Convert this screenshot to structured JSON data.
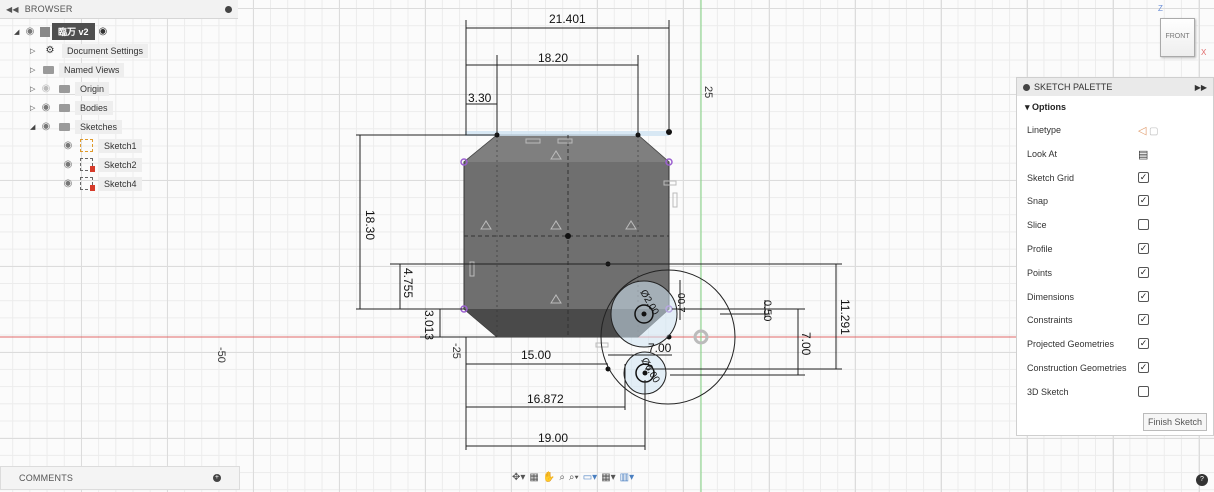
{
  "browser": {
    "title": "BROWSER",
    "component": "臨万 v2",
    "items": [
      {
        "label": "Document Settings"
      },
      {
        "label": "Named Views"
      },
      {
        "label": "Origin"
      },
      {
        "label": "Bodies"
      },
      {
        "label": "Sketches"
      }
    ],
    "sketches": [
      {
        "label": "Sketch1"
      },
      {
        "label": "Sketch2"
      },
      {
        "label": "Sketch4"
      }
    ]
  },
  "comments": {
    "title": "COMMENTS"
  },
  "viewcube": {
    "face": "FRONT",
    "axis_z": "Z",
    "axis_x": "X"
  },
  "palette": {
    "title": "SKETCH PALETTE",
    "section": "Options",
    "rows": [
      {
        "label": "Linetype",
        "control": "linetype"
      },
      {
        "label": "Look At",
        "control": "look-at"
      },
      {
        "label": "Sketch Grid",
        "checked": true
      },
      {
        "label": "Snap",
        "checked": true
      },
      {
        "label": "Slice",
        "checked": false
      },
      {
        "label": "Profile",
        "checked": true
      },
      {
        "label": "Points",
        "checked": true
      },
      {
        "label": "Dimensions",
        "checked": true
      },
      {
        "label": "Constraints",
        "checked": true
      },
      {
        "label": "Projected Geometries",
        "checked": true
      },
      {
        "label": "Construction Geometries",
        "checked": true
      },
      {
        "label": "3D Sketch",
        "checked": false
      }
    ],
    "finish_label": "Finish Sketch"
  },
  "canvas": {
    "axis_labels": {
      "x_neg50": "-50",
      "x_neg25": "-25",
      "y_25": "25"
    },
    "dimensions": {
      "d1": "21.401",
      "d2": "18.20",
      "d3": "3.30",
      "d4": "18.30",
      "d5": "4.755",
      "d6": "3.013",
      "d7": "15.00",
      "d8": "16.872",
      "d9": "19.00",
      "d10": "7.00",
      "d11": "7.00",
      "d12": "11.291",
      "d13": "0.50",
      "d14": "00.7",
      "d15": "Ø2.00",
      "d16": "Ø6.00"
    }
  },
  "colors": {
    "body_fill": "#6f6f6f",
    "body_dark": "#4a4a4a",
    "x_axis": "#e06a6a",
    "y_axis": "#7fd07f",
    "profile_fill": "#cfe3f3"
  }
}
